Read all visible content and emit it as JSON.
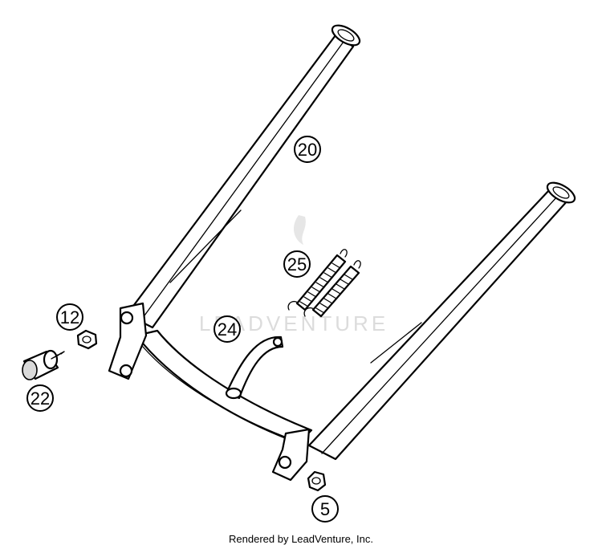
{
  "watermark": "LEADVENTURE",
  "footer": "Rendered by LeadVenture, Inc.",
  "callouts": {
    "c20": "20",
    "c25": "25",
    "c24": "24",
    "c12": "12",
    "c22": "22",
    "c5": "5"
  },
  "parts": [
    {
      "id": "20",
      "name": "side stand frame"
    },
    {
      "id": "25",
      "name": "tension springs"
    },
    {
      "id": "24",
      "name": "bracket"
    },
    {
      "id": "12",
      "name": "nut"
    },
    {
      "id": "22",
      "name": "rubber bumper"
    },
    {
      "id": "5",
      "name": "lock nut"
    }
  ]
}
